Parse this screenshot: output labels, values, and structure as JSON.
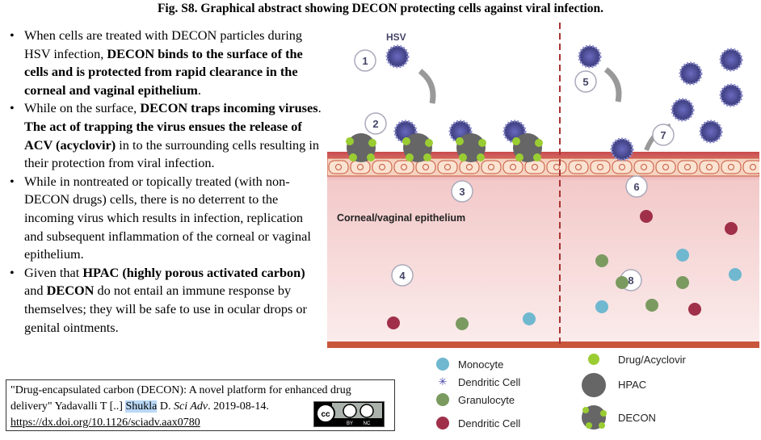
{
  "title": "Fig. S8. Graphical abstract showing DECON protecting cells against viral infection.",
  "bullets": [
    {
      "a": "When cells are treated with DECON particles during HSV infection, ",
      "b": "DECON binds to the surface of the cells and is protected from rapid clearance in the corneal and vaginal epithelium",
      "c": "."
    },
    {
      "a": "While on the surface, ",
      "b": "DECON traps incoming viruses",
      "c": ". ",
      "d": "The act of trapping the virus ensues the release of ACV (acyclovir)",
      "e": " in to the surrounding cells resulting in their protection from viral infection."
    },
    {
      "a": "While in nontreated or topically treated (with non-DECON drugs) cells, there is no deterrent to the incoming virus which results in infection, replication and subsequent inflammation of the corneal or vaginal epithelium."
    },
    {
      "a": "Given that ",
      "b": "HPAC (highly porous activated carbon)",
      "c": " and ",
      "d": "DECON",
      "e": " do not entail an immune response by themselves; they will be safe to use in ocular drops or genital ointments."
    }
  ],
  "citation": {
    "text1": "\"Drug-encapsulated carbon (DECON): A novel platform for enhanced drug delivery\" Yadavalli T [..] ",
    "highlight": "Shukla",
    "text2": " D. ",
    "journal": "Sci Adv",
    "text3": ". 2019-08-14.",
    "doi": "https://dx.doi.org/10.1126/sciadv.aax0780",
    "license": "CC BY NC"
  },
  "diagram": {
    "hsv_label": "HSV",
    "tissue_label": "Corneal/vaginal epithelium",
    "steps": [
      "1",
      "2",
      "3",
      "4",
      "5",
      "6",
      "7",
      "8"
    ],
    "legend": [
      "Monocyte",
      "Dendritic Cell",
      "Granulocyte",
      "Dendritic Cell",
      "Drug/Acyclovir",
      "HPAC",
      "DECON"
    ]
  }
}
